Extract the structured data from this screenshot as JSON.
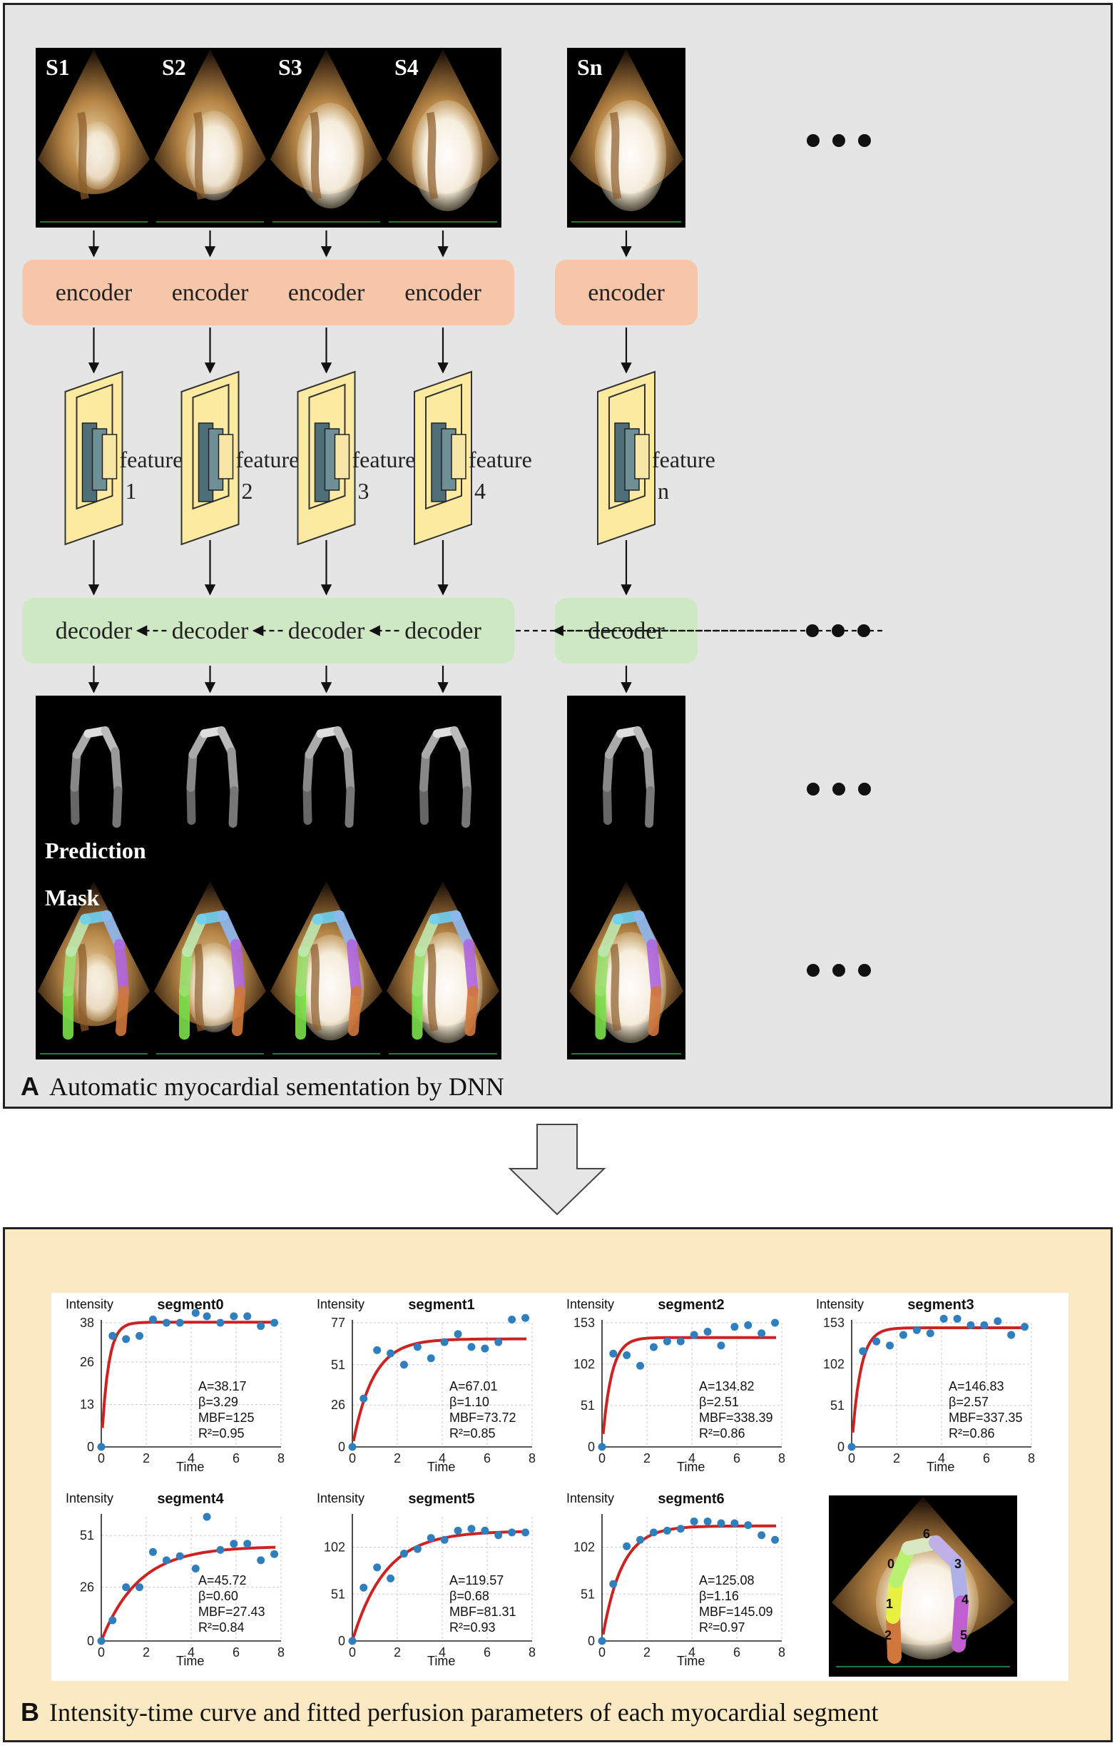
{
  "panel_a": {
    "letter": "A",
    "caption": "Automatic myocardial sementation by DNN",
    "frame_labels": [
      "S1",
      "S2",
      "S3",
      "S4",
      "Sn"
    ],
    "encoder_label": "encoder",
    "decoder_label": "decoder",
    "feature_word": "feature",
    "feature_indices": [
      "1",
      "2",
      "3",
      "4",
      "n"
    ],
    "prediction_label": "Prediction",
    "mask_label": "Mask"
  },
  "panel_b": {
    "letter": "B",
    "caption": "Intensity-time curve and fitted perfusion parameters of each myocardial segment",
    "y_axis_label": "Intensity",
    "x_axis_label": "Time",
    "segment_labels": [
      "0",
      "6",
      "3",
      "1",
      "4",
      "2",
      "5"
    ]
  },
  "colors": {
    "panel_a_bg": "#e5e5e5",
    "panel_b_bg": "#fbe9c3",
    "encoder": "#f7c6a8",
    "decoder": "#cfe8c4",
    "feature_map": "#fbeaa0",
    "fit_curve": "#cc2222",
    "data_points": "#2f7fbf"
  },
  "chart_data": [
    {
      "type": "scatter",
      "title": "segment0",
      "xlabel": "Time",
      "ylabel": "Intensity",
      "xlim": [
        0,
        8
      ],
      "ylim": [
        0,
        38
      ],
      "x_ticks": [
        0,
        2,
        4,
        6,
        8
      ],
      "y_ticks": [
        0,
        13,
        26,
        38
      ],
      "grid": true,
      "x": [
        0,
        0.5,
        1.1,
        1.7,
        2.3,
        2.9,
        3.5,
        4.2,
        4.7,
        5.3,
        5.9,
        6.5,
        7.1,
        7.7
      ],
      "y": [
        0,
        34,
        33,
        34,
        39,
        38,
        38,
        41,
        40,
        38,
        40,
        40,
        37,
        38
      ],
      "fit": {
        "label": "fitted curve",
        "A": 38.17,
        "beta": 3.29
      },
      "params": [
        "A=38.17",
        "β=3.29",
        "MBF=125",
        "R²=0.95"
      ]
    },
    {
      "type": "scatter",
      "title": "segment1",
      "xlabel": "Time",
      "ylabel": "Intensity",
      "xlim": [
        0,
        8
      ],
      "ylim": [
        0,
        77
      ],
      "x_ticks": [
        0,
        2,
        4,
        6,
        8
      ],
      "y_ticks": [
        0,
        26,
        51,
        77
      ],
      "grid": true,
      "x": [
        0,
        0.5,
        1.1,
        1.7,
        2.3,
        2.9,
        3.5,
        4.1,
        4.7,
        5.3,
        5.9,
        6.5,
        7.1,
        7.7
      ],
      "y": [
        0,
        30,
        60,
        58,
        51,
        62,
        55,
        65,
        70,
        62,
        61,
        65,
        79,
        80
      ],
      "fit": {
        "label": "fitted curve",
        "A": 67.01,
        "beta": 1.1
      },
      "params": [
        "A=67.01",
        "β=1.10",
        "MBF=73.72",
        "R²=0.85"
      ]
    },
    {
      "type": "scatter",
      "title": "segment2",
      "xlabel": "Time",
      "ylabel": "Intensity",
      "xlim": [
        0,
        8
      ],
      "ylim": [
        0,
        153
      ],
      "x_ticks": [
        0,
        2,
        4,
        6,
        8
      ],
      "y_ticks": [
        0,
        51,
        102,
        153
      ],
      "grid": true,
      "x": [
        0,
        0.5,
        1.1,
        1.7,
        2.3,
        2.9,
        3.5,
        4.1,
        4.7,
        5.3,
        5.9,
        6.5,
        7.1,
        7.7
      ],
      "y": [
        0,
        115,
        113,
        100,
        123,
        130,
        130,
        138,
        142,
        125,
        148,
        150,
        140,
        153
      ],
      "fit": {
        "label": "fitted curve",
        "A": 134.82,
        "beta": 2.51
      },
      "params": [
        "A=134.82",
        "β=2.51",
        "MBF=338.39",
        "R²=0.86"
      ]
    },
    {
      "type": "scatter",
      "title": "segment3",
      "xlabel": "Time",
      "ylabel": "Intensity",
      "xlim": [
        0,
        8
      ],
      "ylim": [
        0,
        153
      ],
      "x_ticks": [
        0,
        2,
        4,
        6,
        8
      ],
      "y_ticks": [
        0,
        51,
        102,
        153
      ],
      "grid": true,
      "x": [
        0,
        0.5,
        1.1,
        1.7,
        2.3,
        2.9,
        3.5,
        4.1,
        4.7,
        5.3,
        5.9,
        6.5,
        7.1,
        7.7
      ],
      "y": [
        0,
        118,
        130,
        125,
        138,
        144,
        140,
        158,
        158,
        150,
        150,
        155,
        138,
        148
      ],
      "fit": {
        "label": "fitted curve",
        "A": 146.83,
        "beta": 2.57
      },
      "params": [
        "A=146.83",
        "β=2.57",
        "MBF=337.35",
        "R²=0.86"
      ]
    },
    {
      "type": "scatter",
      "title": "segment4",
      "xlabel": "Time",
      "ylabel": "Intensity",
      "xlim": [
        0,
        8
      ],
      "ylim": [
        0,
        60
      ],
      "x_ticks": [
        0,
        2,
        4,
        6,
        8
      ],
      "y_ticks": [
        0,
        26,
        51
      ],
      "grid": true,
      "x": [
        0,
        0.5,
        1.1,
        1.7,
        2.3,
        2.9,
        3.5,
        4.2,
        4.7,
        5.3,
        5.9,
        6.5,
        7.1,
        7.7
      ],
      "y": [
        0,
        10,
        26,
        26,
        43,
        39,
        41,
        35,
        60,
        44,
        47,
        47,
        39,
        42
      ],
      "fit": {
        "label": "fitted curve",
        "A": 45.72,
        "beta": 0.6
      },
      "params": [
        "A=45.72",
        "β=0.60",
        "MBF=27.43",
        "R²=0.84"
      ]
    },
    {
      "type": "scatter",
      "title": "segment5",
      "xlabel": "Time",
      "ylabel": "Intensity",
      "xlim": [
        0,
        8
      ],
      "ylim": [
        0,
        135
      ],
      "x_ticks": [
        0,
        2,
        4,
        6,
        8
      ],
      "y_ticks": [
        0,
        51,
        102
      ],
      "grid": true,
      "x": [
        0,
        0.5,
        1.1,
        1.7,
        2.3,
        2.9,
        3.5,
        4.1,
        4.7,
        5.3,
        5.9,
        6.5,
        7.1,
        7.7
      ],
      "y": [
        0,
        58,
        80,
        68,
        95,
        100,
        112,
        110,
        120,
        122,
        120,
        115,
        118,
        118
      ],
      "fit": {
        "label": "fitted curve",
        "A": 119.57,
        "beta": 0.68
      },
      "params": [
        "A=119.57",
        "β=0.68",
        "MBF=81.31",
        "R²=0.93"
      ]
    },
    {
      "type": "scatter",
      "title": "segment6",
      "xlabel": "Time",
      "ylabel": "Intensity",
      "xlim": [
        0,
        8
      ],
      "ylim": [
        0,
        135
      ],
      "x_ticks": [
        0,
        2,
        4,
        6,
        8
      ],
      "y_ticks": [
        0,
        51,
        102
      ],
      "grid": true,
      "x": [
        0,
        0.5,
        1.1,
        1.7,
        2.3,
        2.9,
        3.5,
        4.1,
        4.7,
        5.3,
        5.9,
        6.5,
        7.1,
        7.7
      ],
      "y": [
        0,
        62,
        103,
        110,
        118,
        120,
        122,
        130,
        130,
        128,
        128,
        126,
        115,
        110
      ],
      "fit": {
        "label": "fitted curve",
        "A": 125.08,
        "beta": 1.16
      },
      "params": [
        "A=125.08",
        "β=1.16",
        "MBF=145.09",
        "R²=0.97"
      ]
    }
  ]
}
